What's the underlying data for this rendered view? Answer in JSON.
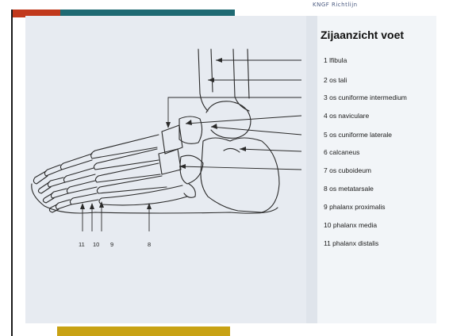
{
  "header": {
    "scan_header": "KNGF Richtlijn"
  },
  "legend": {
    "title": "Zijaanzicht voet",
    "items": [
      "1 lfibula",
      "2 os tali",
      "3 os cuniforme intermedium",
      "4 os naviculare",
      "5 os cuniforme laterale",
      "6 calcaneus",
      "7 os cuboideum",
      "8 os metatarsale",
      "9  phalanx proximalis",
      "10  phalanx media",
      "11  phalanx distalis"
    ]
  },
  "bottom_labels": [
    "11",
    "10",
    "9",
    "8"
  ],
  "colors": {
    "accent_red": "#c1391d",
    "accent_teal": "#1f6a73",
    "accent_gold": "#c8a214",
    "line": "#2a2a2a"
  }
}
